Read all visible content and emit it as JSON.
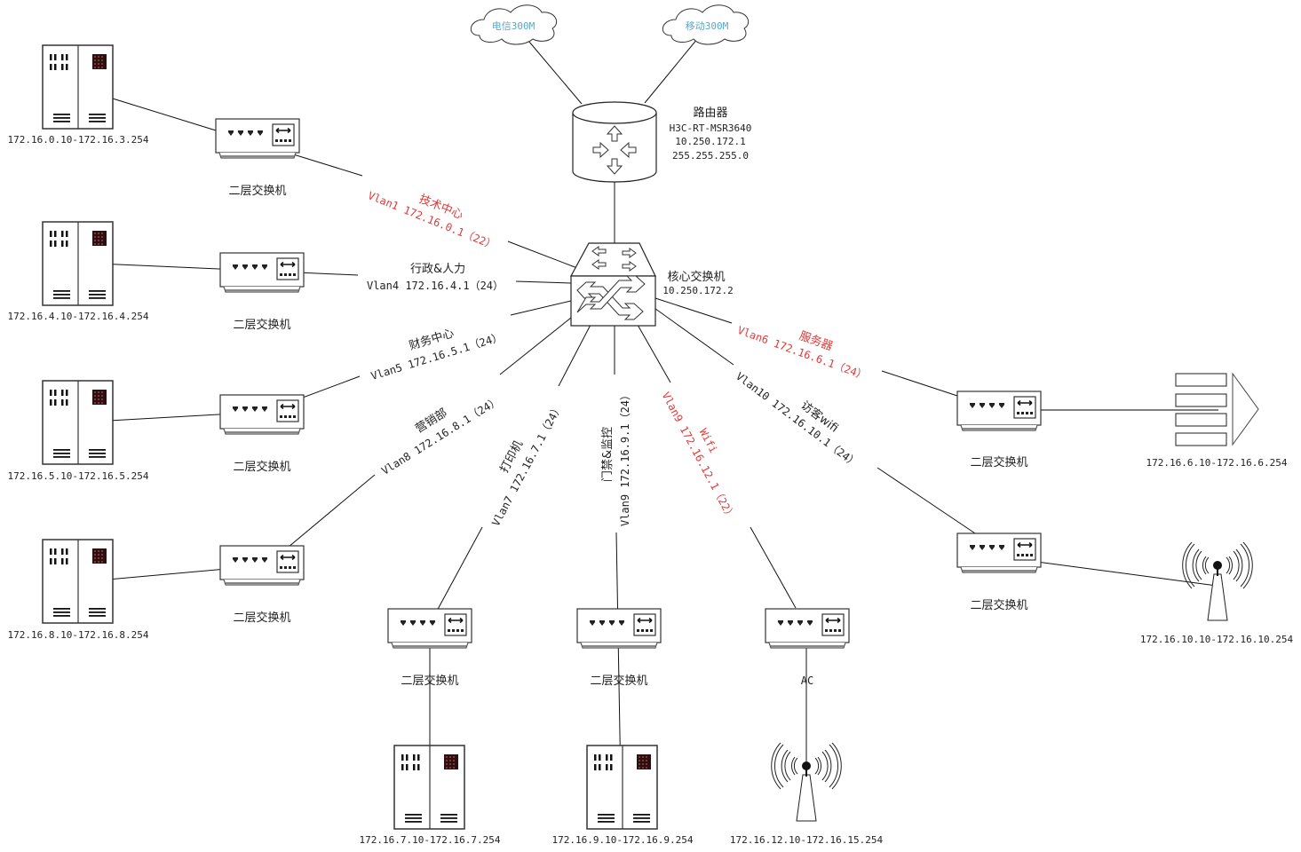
{
  "clouds": [
    {
      "label": "电信300M"
    },
    {
      "label": "移动300M"
    }
  ],
  "router": {
    "title": "路由器",
    "model": "H3C-RT-MSR3640",
    "ip": "10.250.172.1",
    "mask": "255.255.255.0"
  },
  "core_switch": {
    "title": "核心交换机",
    "ip": "10.250.172.2"
  },
  "vlans": [
    {
      "name": "技术中心",
      "vlan": "Vlan1 172.16.0.1（22）",
      "highlight": true
    },
    {
      "name": "行政&人力",
      "vlan": "Vlan4 172.16.4.1（24）",
      "highlight": false
    },
    {
      "name": "财务中心",
      "vlan": "Vlan5 172.16.5.1（24）",
      "highlight": false
    },
    {
      "name": "营销部",
      "vlan": "Vlan8 172.16.8.1（24）",
      "highlight": false
    },
    {
      "name": "打印机",
      "vlan": "Vlan7 172.16.7.1（24）",
      "highlight": false
    },
    {
      "name": "门禁&监控",
      "vlan": "Vlan9 172.16.9.1（24）",
      "highlight": false
    },
    {
      "name": "Wifi",
      "vlan": "Vlan9 172.16.12.1（22）",
      "highlight": true
    },
    {
      "name": "访客wifi",
      "vlan": "Vlan10 172.16.10.1（24）",
      "highlight": false
    },
    {
      "name": "服务器",
      "vlan": "Vlan6 172.16.6.1（24）",
      "highlight": true
    }
  ],
  "access_switches": [
    {
      "label": "二层交换机"
    },
    {
      "label": "二层交换机"
    },
    {
      "label": "二层交换机"
    },
    {
      "label": "二层交换机"
    },
    {
      "label": "二层交换机"
    },
    {
      "label": "二层交换机"
    },
    {
      "label": "AC"
    },
    {
      "label": "二层交换机"
    },
    {
      "label": "二层交换机"
    }
  ],
  "endpoints": [
    {
      "type": "pc",
      "range": "172.16.0.10-172.16.3.254"
    },
    {
      "type": "pc",
      "range": "172.16.4.10-172.16.4.254"
    },
    {
      "type": "pc",
      "range": "172.16.5.10-172.16.5.254"
    },
    {
      "type": "pc",
      "range": "172.16.8.10-172.16.8.254"
    },
    {
      "type": "pc",
      "range": "172.16.7.10-172.16.7.254"
    },
    {
      "type": "pc",
      "range": "172.16.9.10-172.16.9.254"
    },
    {
      "type": "ap",
      "range": "172.16.12.10-172.16.15.254"
    },
    {
      "type": "ap",
      "range": "172.16.10.10-172.16.10.254"
    },
    {
      "type": "server",
      "range": "172.16.6.10-172.16.6.254"
    }
  ],
  "colors": {
    "highlight": "#e23a3a",
    "cloud_text": "#5aa8c8",
    "line": "#111111"
  }
}
